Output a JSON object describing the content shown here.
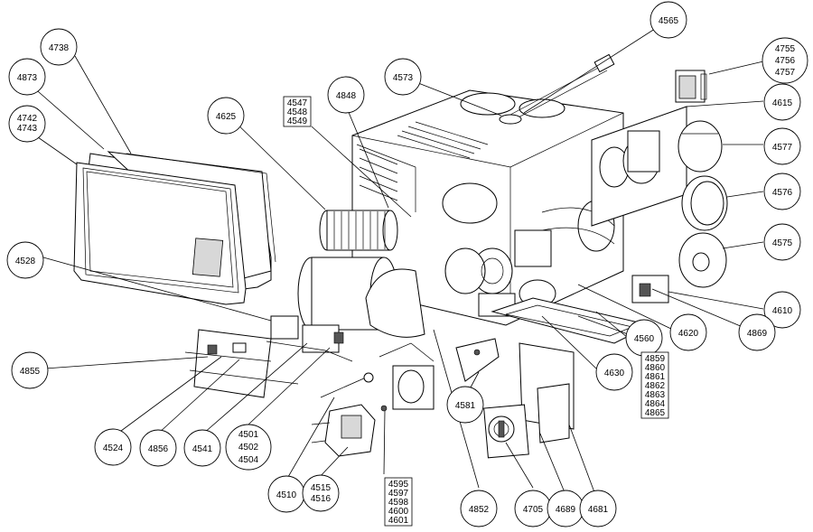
{
  "diagram": {
    "callouts": [
      {
        "id": "c4738",
        "lines": [
          "4738"
        ]
      },
      {
        "id": "c4873",
        "lines": [
          "4873"
        ]
      },
      {
        "id": "c4742",
        "lines": [
          "4742",
          "4743"
        ]
      },
      {
        "id": "c4625",
        "lines": [
          "4625"
        ]
      },
      {
        "id": "c4848",
        "lines": [
          "4848"
        ]
      },
      {
        "id": "c4573",
        "lines": [
          "4573"
        ]
      },
      {
        "id": "c4565",
        "lines": [
          "4565"
        ]
      },
      {
        "id": "c4755",
        "lines": [
          "4755",
          "4756",
          "4757"
        ]
      },
      {
        "id": "c4615",
        "lines": [
          "4615"
        ]
      },
      {
        "id": "c4577",
        "lines": [
          "4577"
        ]
      },
      {
        "id": "c4576",
        "lines": [
          "4576"
        ]
      },
      {
        "id": "c4575",
        "lines": [
          "4575"
        ]
      },
      {
        "id": "c4610",
        "lines": [
          "4610"
        ]
      },
      {
        "id": "c4869",
        "lines": [
          "4869"
        ]
      },
      {
        "id": "c4620",
        "lines": [
          "4620"
        ]
      },
      {
        "id": "c4560",
        "lines": [
          "4560"
        ]
      },
      {
        "id": "c4630",
        "lines": [
          "4630"
        ]
      },
      {
        "id": "c4528",
        "lines": [
          "4528"
        ]
      },
      {
        "id": "c4855",
        "lines": [
          "4855"
        ]
      },
      {
        "id": "c4524",
        "lines": [
          "4524"
        ]
      },
      {
        "id": "c4856",
        "lines": [
          "4856"
        ]
      },
      {
        "id": "c4541",
        "lines": [
          "4541"
        ]
      },
      {
        "id": "c4501",
        "lines": [
          "4501",
          "4502",
          "4504"
        ]
      },
      {
        "id": "c4510",
        "lines": [
          "4510"
        ]
      },
      {
        "id": "c4515",
        "lines": [
          "4515",
          "4516"
        ]
      },
      {
        "id": "c4581",
        "lines": [
          "4581"
        ]
      },
      {
        "id": "c4852",
        "lines": [
          "4852"
        ]
      },
      {
        "id": "c4705",
        "lines": [
          "4705"
        ]
      },
      {
        "id": "c4689",
        "lines": [
          "4689"
        ]
      },
      {
        "id": "c4681",
        "lines": [
          "4681"
        ]
      }
    ],
    "boxed_labels": [
      {
        "id": "b4547",
        "lines": [
          "4547",
          "4548",
          "4549"
        ]
      },
      {
        "id": "b4859",
        "lines": [
          "4859",
          "4860",
          "4861",
          "4862",
          "4863",
          "4864",
          "4865"
        ]
      },
      {
        "id": "b4595",
        "lines": [
          "4595",
          "4597",
          "4598",
          "4600",
          "4601"
        ]
      }
    ]
  }
}
